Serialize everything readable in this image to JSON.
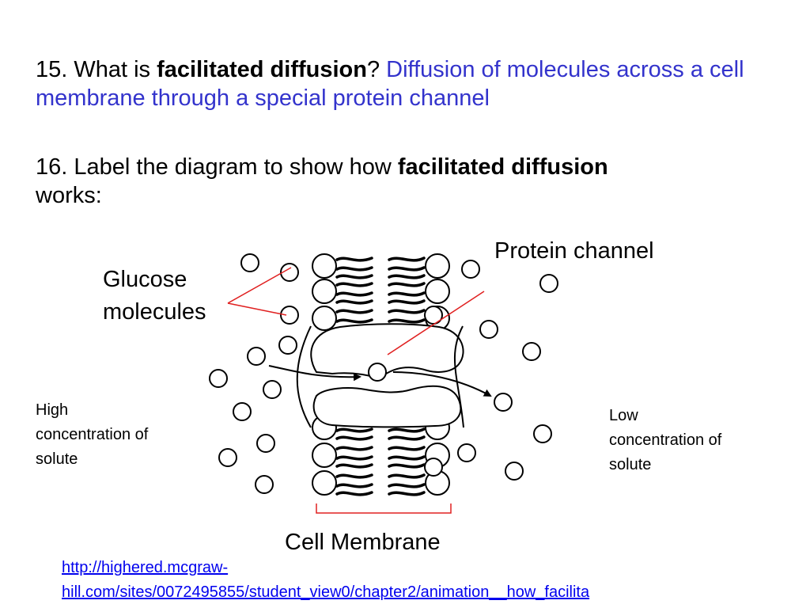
{
  "q15": {
    "prefix": "15. What is ",
    "term": "facilitated diffusion",
    "mark": "?",
    "answer": "Diffusion of molecules across a cell membrane through a special protein channel"
  },
  "q16": {
    "prefix": "16. Label the diagram to show how ",
    "term": "facilitated diffusion",
    "suffix": "works:"
  },
  "labels": {
    "protein_channel": "Protein channel",
    "glucose_line1": "Glucose",
    "glucose_line2": "molecules",
    "high_line1": "High",
    "high_line2": "concentration of",
    "high_line3": "solute",
    "low_line1": "Low",
    "low_line2": "concentration of",
    "low_line3": "solute",
    "cell_membrane": "Cell Membrane"
  },
  "link": {
    "line1": "http://highered.mcgraw-",
    "line2": "hill.com/sites/0072495855/student_view0/chapter2/animation__how_facilita"
  },
  "colors": {
    "answer": "#3333cc",
    "pointer": "#e02020",
    "link": "#0000ee"
  }
}
